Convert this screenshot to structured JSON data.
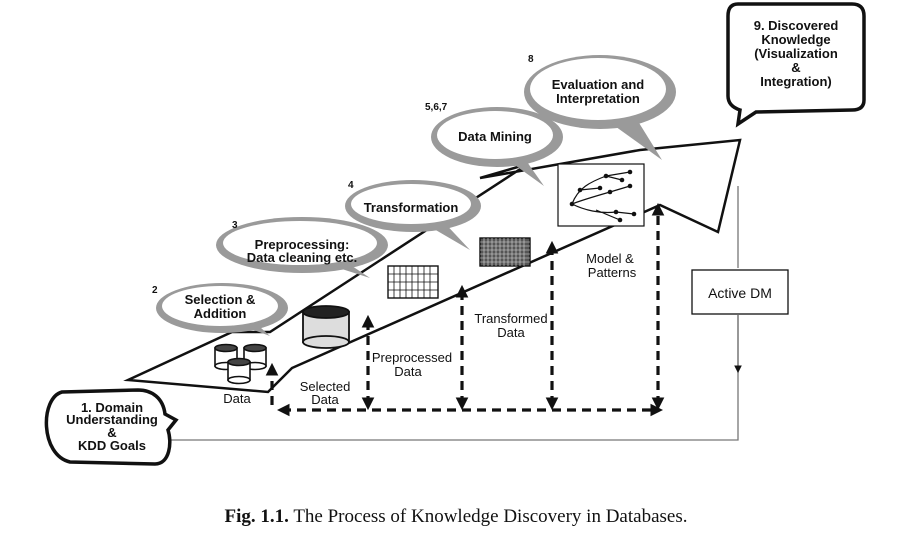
{
  "diagram": {
    "step1": [
      "1.  Domain",
      "Understanding",
      "&",
      "KDD Goals"
    ],
    "step2": {
      "number": "2",
      "lines": [
        "Selection &",
        "Addition"
      ]
    },
    "step3": {
      "number": "3",
      "lines": [
        "Preprocessing:",
        "Data cleaning etc."
      ]
    },
    "step4": {
      "number": "4",
      "lines": [
        "Transformation"
      ]
    },
    "step5": {
      "number": "5,6,7",
      "lines": [
        "Data Mining"
      ]
    },
    "step8": {
      "number": "8",
      "lines": [
        "Evaluation and",
        "Interpretation"
      ]
    },
    "step9": [
      "9.  Discovered",
      "Knowledge",
      "(Visualization",
      "&",
      "Integration)"
    ],
    "active_dm": "Active DM",
    "artifacts": {
      "data": "Data",
      "selected": [
        "Selected",
        "Data"
      ],
      "preprocessed": [
        "Preprocessed",
        "Data"
      ],
      "transformed": [
        "Transformed",
        "Data"
      ],
      "model": [
        "Model &",
        "Patterns"
      ]
    }
  },
  "caption": {
    "label": "Fig. 1.1.",
    "text": " The Process of Knowledge Discovery in Databases."
  },
  "colors": {
    "bubble_shadow": "#9a9a9a",
    "bubble_fill": "#ffffff",
    "ink": "#111111"
  }
}
